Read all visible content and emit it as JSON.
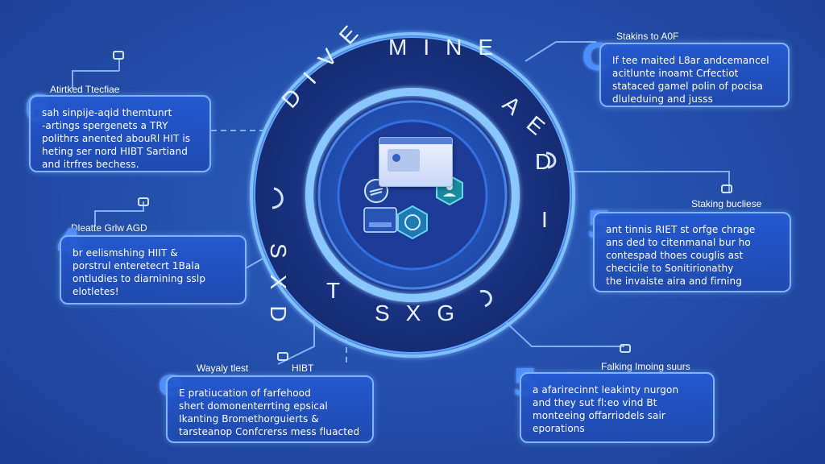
{
  "colors": {
    "background": "#2450ad",
    "accent": "#4c8dff",
    "box_border": "#7fb2ff",
    "ring_dark": "#17307a",
    "ring_glow": "#7fc0ff"
  },
  "ring_letters": {
    "top": "MINE",
    "upper_left": "DIVE",
    "left": "SXD",
    "lower": "SXG",
    "lower_left": "T",
    "right_top": "AE",
    "right_mid": "D",
    "right_low": "I"
  },
  "callouts": {
    "top_right": {
      "title": "Stakins to A0F",
      "number": "C",
      "lines": [
        "If tee maited L8ar andcemancel",
        "acitlunte inoamt Crfectiot",
        "stataced gamel polin of pocisa",
        "dluleduing and jusss"
      ]
    },
    "top_left": {
      "title": "Atirtked Ttecfiae",
      "number": "6",
      "lines": [
        "sah sinpije-aqid themtunrt",
        "-artings spergenets a TRY",
        "polithrs anented abouRl HIT is",
        "heting ser nord HIBT Sartiand",
        "and itrfres bechess."
      ]
    },
    "mid_left": {
      "title": "Dleatte Grlw AGD",
      "number": "4",
      "lines": [
        "br eelismshing HIIT &",
        "porstrul enteretecrt 1Bala",
        "ontludies to diarnining sslp",
        "elotletes!"
      ]
    },
    "mid_right": {
      "title": "Staking bucliese",
      "number": "5",
      "lines": [
        "ant tinnis RIET st orfge chrage",
        "ans ded to citenmanal bur ho",
        "contespad thoes couglis ast",
        "checicile to Sonitirionathy",
        "the invaiste aira and firning"
      ]
    },
    "bottom_left": {
      "title": "Wayaly tlest",
      "tag": "HIBT",
      "number": "e",
      "lines": [
        "E pratiucation of farfehood",
        "shert domonenterrting epsical",
        "Ikanting Bromethorguierts &",
        "tarsteanop Confcrerss mess fluacted"
      ]
    },
    "bottom_right": {
      "title": "Falking Imoing suurs",
      "number": "5",
      "lines": [
        "a afarirecinnt leakinty nurgon",
        "and they sut fl:eo vind Bt",
        "monteeing offarriodels sair",
        "eporations"
      ]
    }
  }
}
